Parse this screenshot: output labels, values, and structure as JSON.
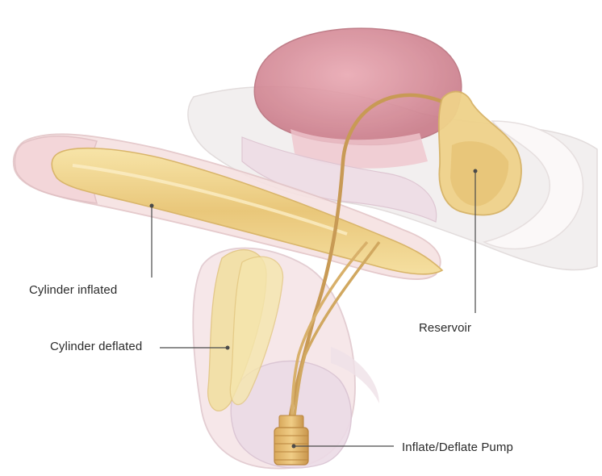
{
  "labels": {
    "cylinder_inflated": "Cylinder inflated",
    "cylinder_deflated": "Cylinder deflated",
    "reservoir": "Reservoir",
    "pump": "Inflate/Deflate Pump"
  },
  "colors": {
    "tissue": "#f4dede",
    "bladder": "#d98a98",
    "implant": "#eccf86",
    "tubing": "#c89a55",
    "leader": "#4a4a4a"
  }
}
